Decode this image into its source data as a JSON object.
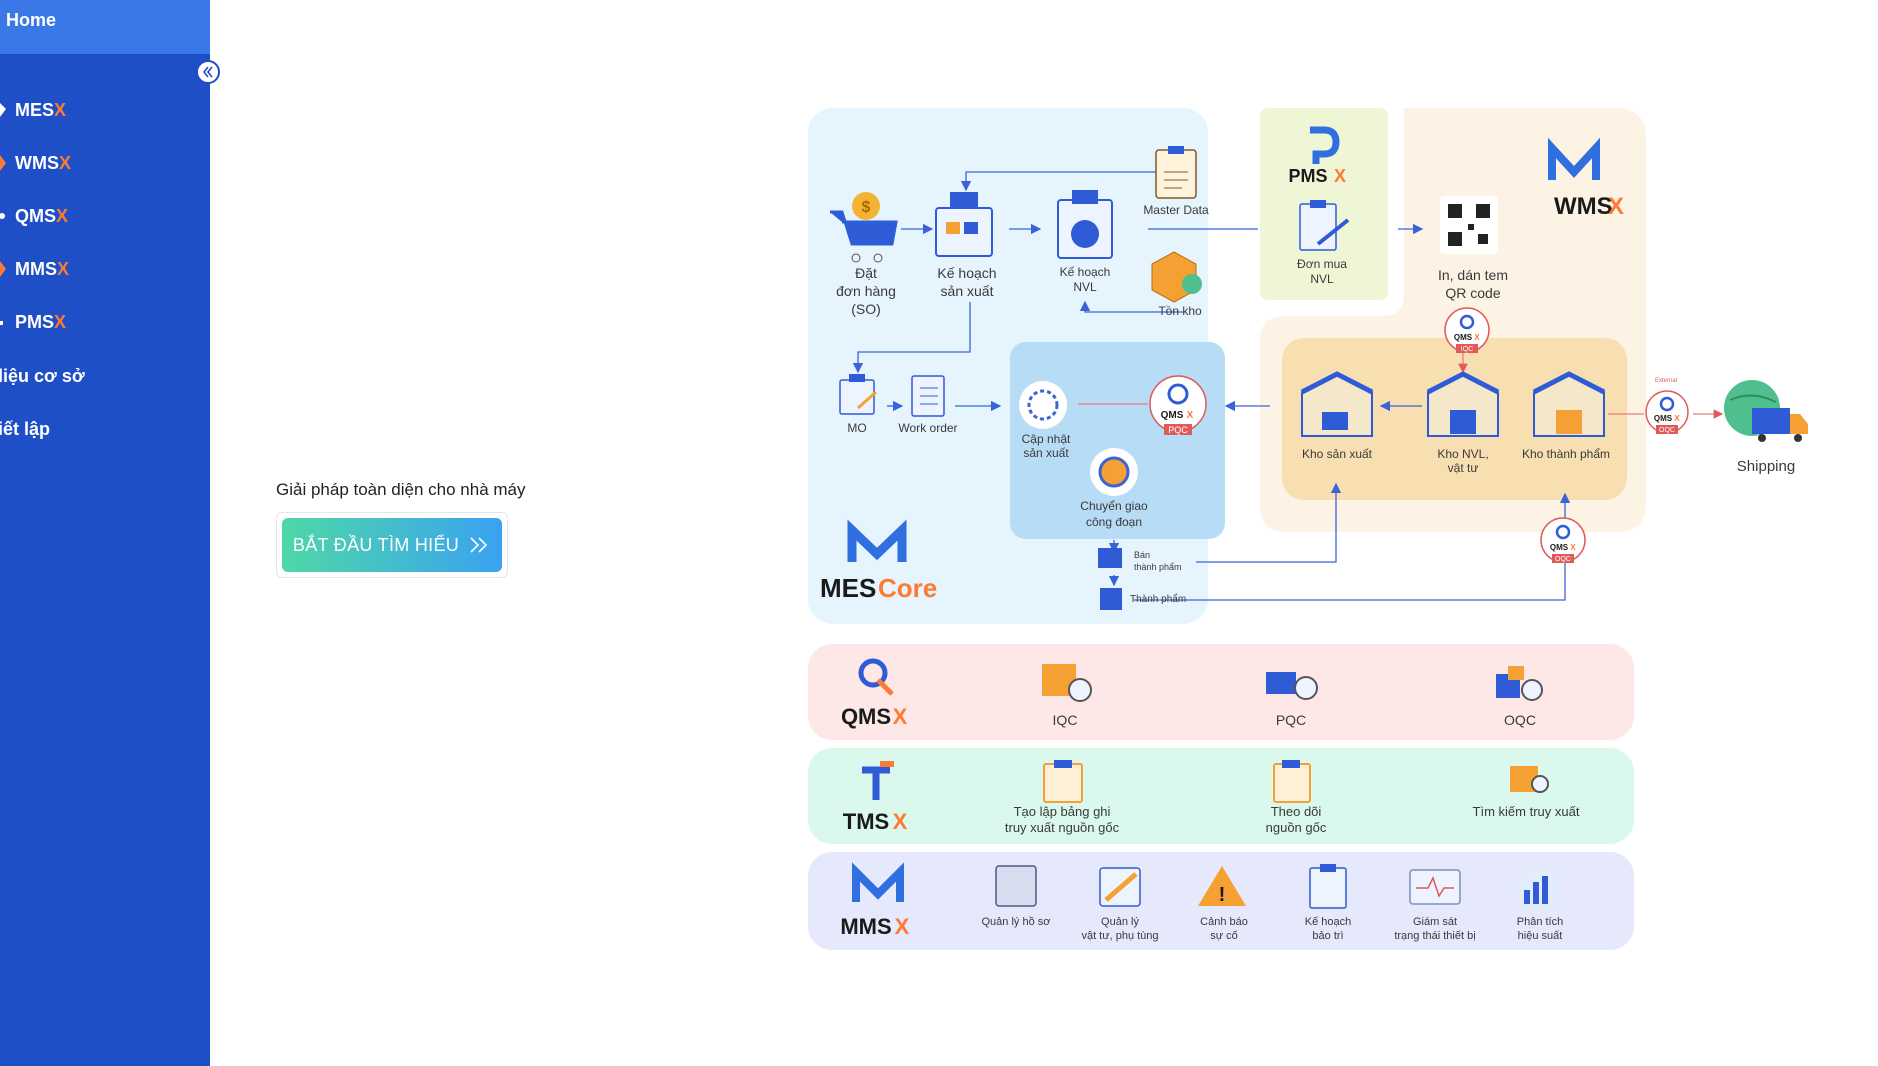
{
  "sidebar": {
    "home": "Home",
    "items": [
      {
        "base": "MES",
        "accent": "X"
      },
      {
        "base": "WMS",
        "accent": "X"
      },
      {
        "base": "QMS",
        "accent": "X"
      },
      {
        "base": "MMS",
        "accent": "X"
      },
      {
        "base": "PMS",
        "accent": "X"
      },
      {
        "label": "liệu cơ sở"
      },
      {
        "label": "iết lập"
      }
    ]
  },
  "hero": {
    "tagline": "Giải pháp toàn diện cho nhà máy",
    "cta": "BẮT ĐẦU TÌM HIỂU"
  },
  "diagram": {
    "mes": {
      "brand_base": "MES",
      "brand_accent": "Core",
      "so_1": "Đặt",
      "so_2": "đơn hàng",
      "so_3": "(SO)",
      "plan_1": "Kế hoạch",
      "plan_2": "sản xuất",
      "nvl_1": "Kế hoạch",
      "nvl_2": "NVL",
      "master": "Master Data",
      "stock": "Tồn kho",
      "mo": "MO",
      "wo": "Work order",
      "update_1": "Cập nhật",
      "update_2": "sản xuất",
      "transfer_1": "Chuyển giao",
      "transfer_2": "công đoạn",
      "semi_1": "Bán",
      "semi_2": "thành phẩm",
      "finished": "Thành phẩm"
    },
    "pms": {
      "brand_base": "PMS",
      "brand_accent": "X",
      "po_1": "Đơn mua",
      "po_2": "NVL"
    },
    "wms": {
      "brand_base": "WMS",
      "brand_accent": "X",
      "qr_1": "In, dán tem",
      "qr_2": "QR code",
      "wh_prod": "Kho sản xuất",
      "wh_mat_1": "Kho NVL,",
      "wh_mat_2": "vật tư",
      "wh_fin": "Kho thành phẩm"
    },
    "badges": {
      "qms_base": "QMS",
      "qms_accent": "X",
      "iqc": "IQC",
      "pqc": "PQC",
      "oqc": "OQC",
      "external": "External"
    },
    "shipping": "Shipping",
    "qms_row": {
      "brand_base": "QMS",
      "brand_accent": "X",
      "items": [
        "IQC",
        "PQC",
        "OQC"
      ]
    },
    "tms_row": {
      "brand_base": "TMS",
      "brand_accent": "X",
      "item1_1": "Tạo lập bảng ghi",
      "item1_2": "truy xuất nguồn gốc",
      "item2_1": "Theo dõi",
      "item2_2": "nguồn gốc",
      "item3": "Tìm kiếm truy xuất"
    },
    "mms_row": {
      "brand_base": "MMS",
      "brand_accent": "X",
      "i1": "Quản lý hồ sơ",
      "i2_1": "Quản lý",
      "i2_2": "vật tư, phụ tùng",
      "i3_1": "Cảnh báo",
      "i3_2": "sự cố",
      "i4_1": "Kế hoạch",
      "i4_2": "bảo trì",
      "i5_1": "Giám sát",
      "i5_2": "trạng thái thiết bị",
      "i6_1": "Phân tích",
      "i6_2": "hiệu suất"
    }
  },
  "colors": {
    "sidebar": "#1f4fc6",
    "home_bar": "#3a78e8",
    "accent": "#ff7a33",
    "mes_panel": "#e6f5fd",
    "pms_panel": "#eef6d6",
    "wms_panel": "#fdf3e5",
    "qms_row": "#fde7e7",
    "tms_row": "#daf8ec",
    "mms_row": "#e6e8fb"
  }
}
